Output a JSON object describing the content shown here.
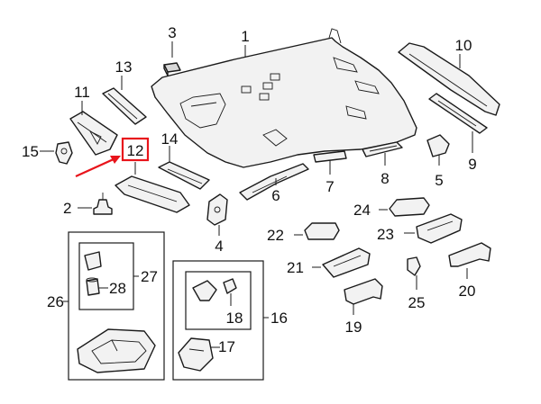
{
  "callouts": {
    "c1": "1",
    "c2": "2",
    "c3": "3",
    "c4": "4",
    "c5": "5",
    "c6": "6",
    "c7": "7",
    "c8": "8",
    "c9": "9",
    "c10": "10",
    "c11": "11",
    "c12": "12",
    "c13": "13",
    "c14": "14",
    "c15": "15",
    "c16": "16",
    "c17": "17",
    "c18": "18",
    "c19": "19",
    "c20": "20",
    "c21": "21",
    "c22": "22",
    "c23": "23",
    "c24": "24",
    "c25": "25",
    "c26": "26",
    "c27": "27",
    "c28": "28"
  },
  "highlight": {
    "callout": "12",
    "color": "#e8141b"
  },
  "colors": {
    "line": "#1a1a1a",
    "fill": "#f2f2f2",
    "accent": "#e8141b"
  }
}
